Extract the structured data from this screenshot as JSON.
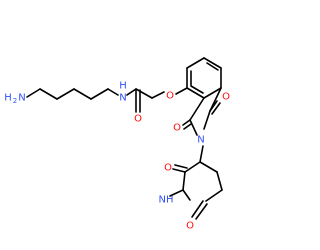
{
  "molecule": {
    "atoms": {
      "h2n_h": "H",
      "h2n_2": "2",
      "h2n_n": "N",
      "amide_n": "N",
      "amide_h": "H",
      "amide_o": "O",
      "ether_o": "O",
      "phth_o_upper": "O",
      "phth_o_lower": "O",
      "phth_n": "N",
      "glut_o_upper": "O",
      "glut_nh": "NH",
      "glut_o_lower": "O"
    },
    "colors": {
      "bond": "#000000",
      "nitrogen": "#3050F8",
      "oxygen": "#FF0D0D"
    }
  }
}
